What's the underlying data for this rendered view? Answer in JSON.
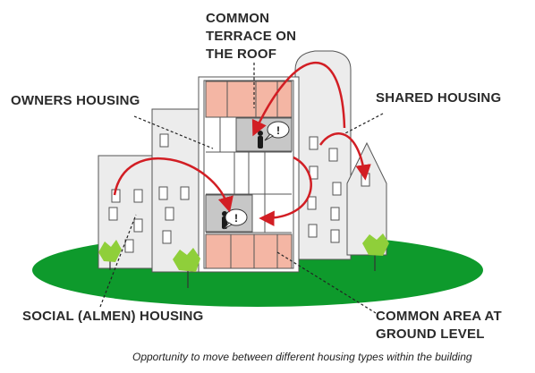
{
  "labels": {
    "common_terrace": [
      "COMMON",
      "TERRACE ON",
      "THE ROOF"
    ],
    "owners_housing": "OWNERS HOUSING",
    "shared_housing": "SHARED HOUSING",
    "social_housing": "SOCIAL (ALMEN) HOUSING",
    "common_area": [
      "COMMON AREA AT",
      "GROUND LEVEL"
    ],
    "speech_symbol": "!"
  },
  "caption": "Opportunity to move between different housing types within the building",
  "colors": {
    "ground": "#0e9a2c",
    "terrace": "#f4b6a4",
    "common_room": "#c7c7c7",
    "wall": "#ececec",
    "arrow": "#d21e24",
    "tree": "#8fcf3a"
  }
}
